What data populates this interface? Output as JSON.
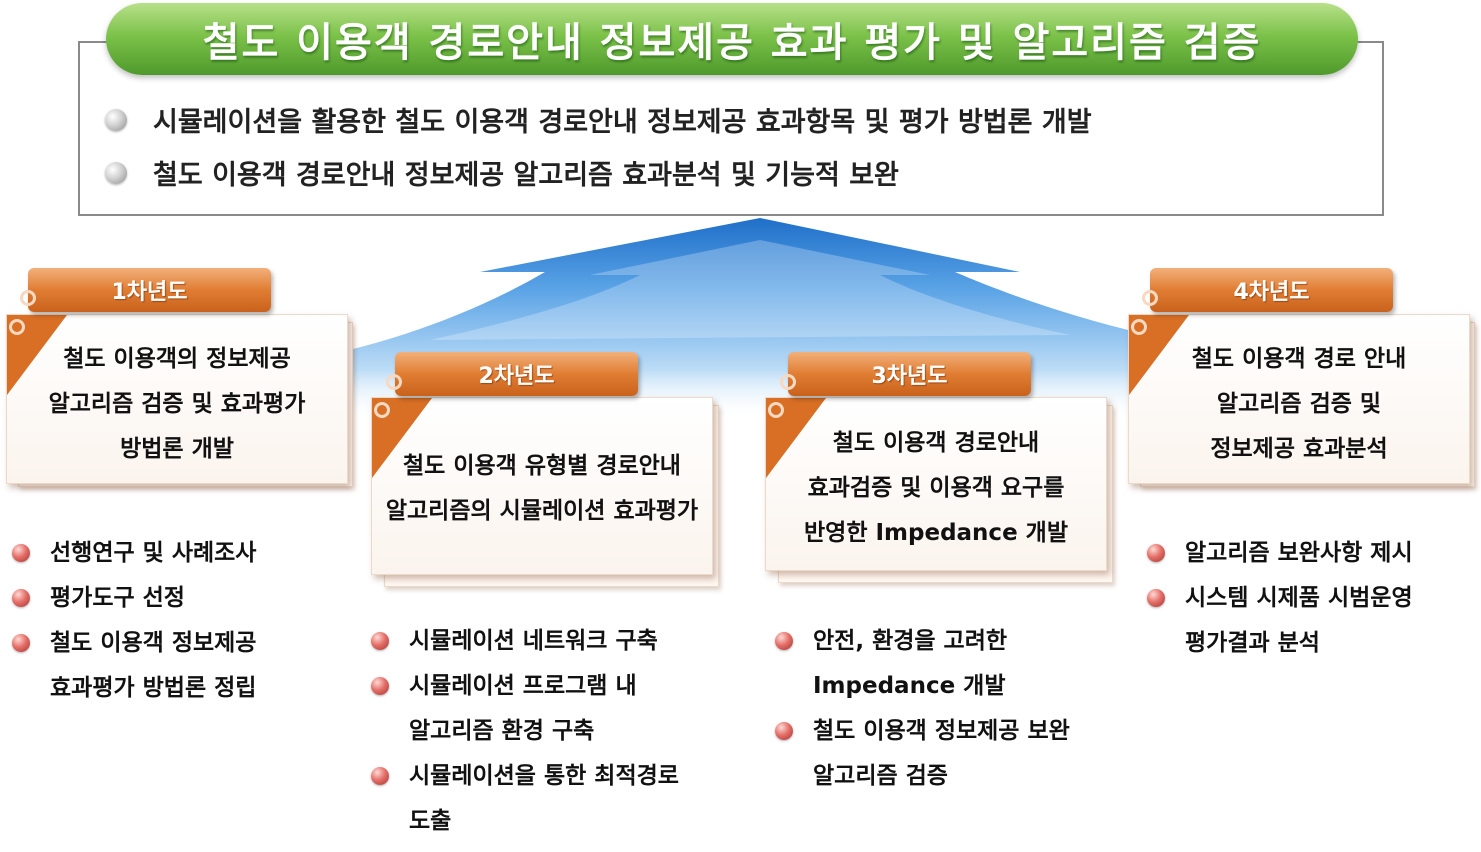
{
  "colors": {
    "title_green": "#7cc24a",
    "tab_orange": "#e07d33",
    "arrow_blue": "#3f8fd8",
    "bullet_red": "#e5706a"
  },
  "goal": {
    "title": "철도 이용객 경로안내 정보제공 효과 평가 및 알고리즘 검증",
    "items": [
      "시뮬레이션을 활용한 철도 이용객 경로안내 정보제공 효과항목 및 평가 방법론 개발",
      "철도 이용객 경로안내 정보제공 알고리즘 효과분석 및 기능적 보완"
    ]
  },
  "years": [
    {
      "label": "1차년도",
      "summary": [
        "철도 이용객의 정보제공",
        "알고리즘 검증 및 효과평가",
        "방법론 개발"
      ],
      "tasks": [
        "선행연구 및 사례조사",
        "평가도구 선정",
        "철도 이용객 정보제공",
        "효과평가 방법론 정립"
      ]
    },
    {
      "label": "2차년도",
      "summary": [
        "철도 이용객 유형별 경로안내",
        "알고리즘의 시뮬레이션 효과평가"
      ],
      "tasks": [
        "시뮬레이션 네트워크 구축",
        "시뮬레이션 프로그램 내",
        "알고리즘 환경 구축",
        "시뮬레이션을 통한 최적경로",
        "도출"
      ]
    },
    {
      "label": "3차년도",
      "summary": [
        "철도 이용객 경로안내",
        "효과검증 및 이용객 요구를",
        "반영한 Impedance 개발"
      ],
      "tasks": [
        "안전, 환경을 고려한",
        "Impedance 개발",
        "철도 이용객 정보제공 보완",
        "알고리즘 검증"
      ]
    },
    {
      "label": "4차년도",
      "summary": [
        "철도 이용객 경로 안내",
        "알고리즘 검증 및",
        "정보제공 효과분석"
      ],
      "tasks": [
        "알고리즘 보완사항 제시",
        "시스템 시제품 시범운영",
        "평가결과 분석"
      ]
    }
  ]
}
